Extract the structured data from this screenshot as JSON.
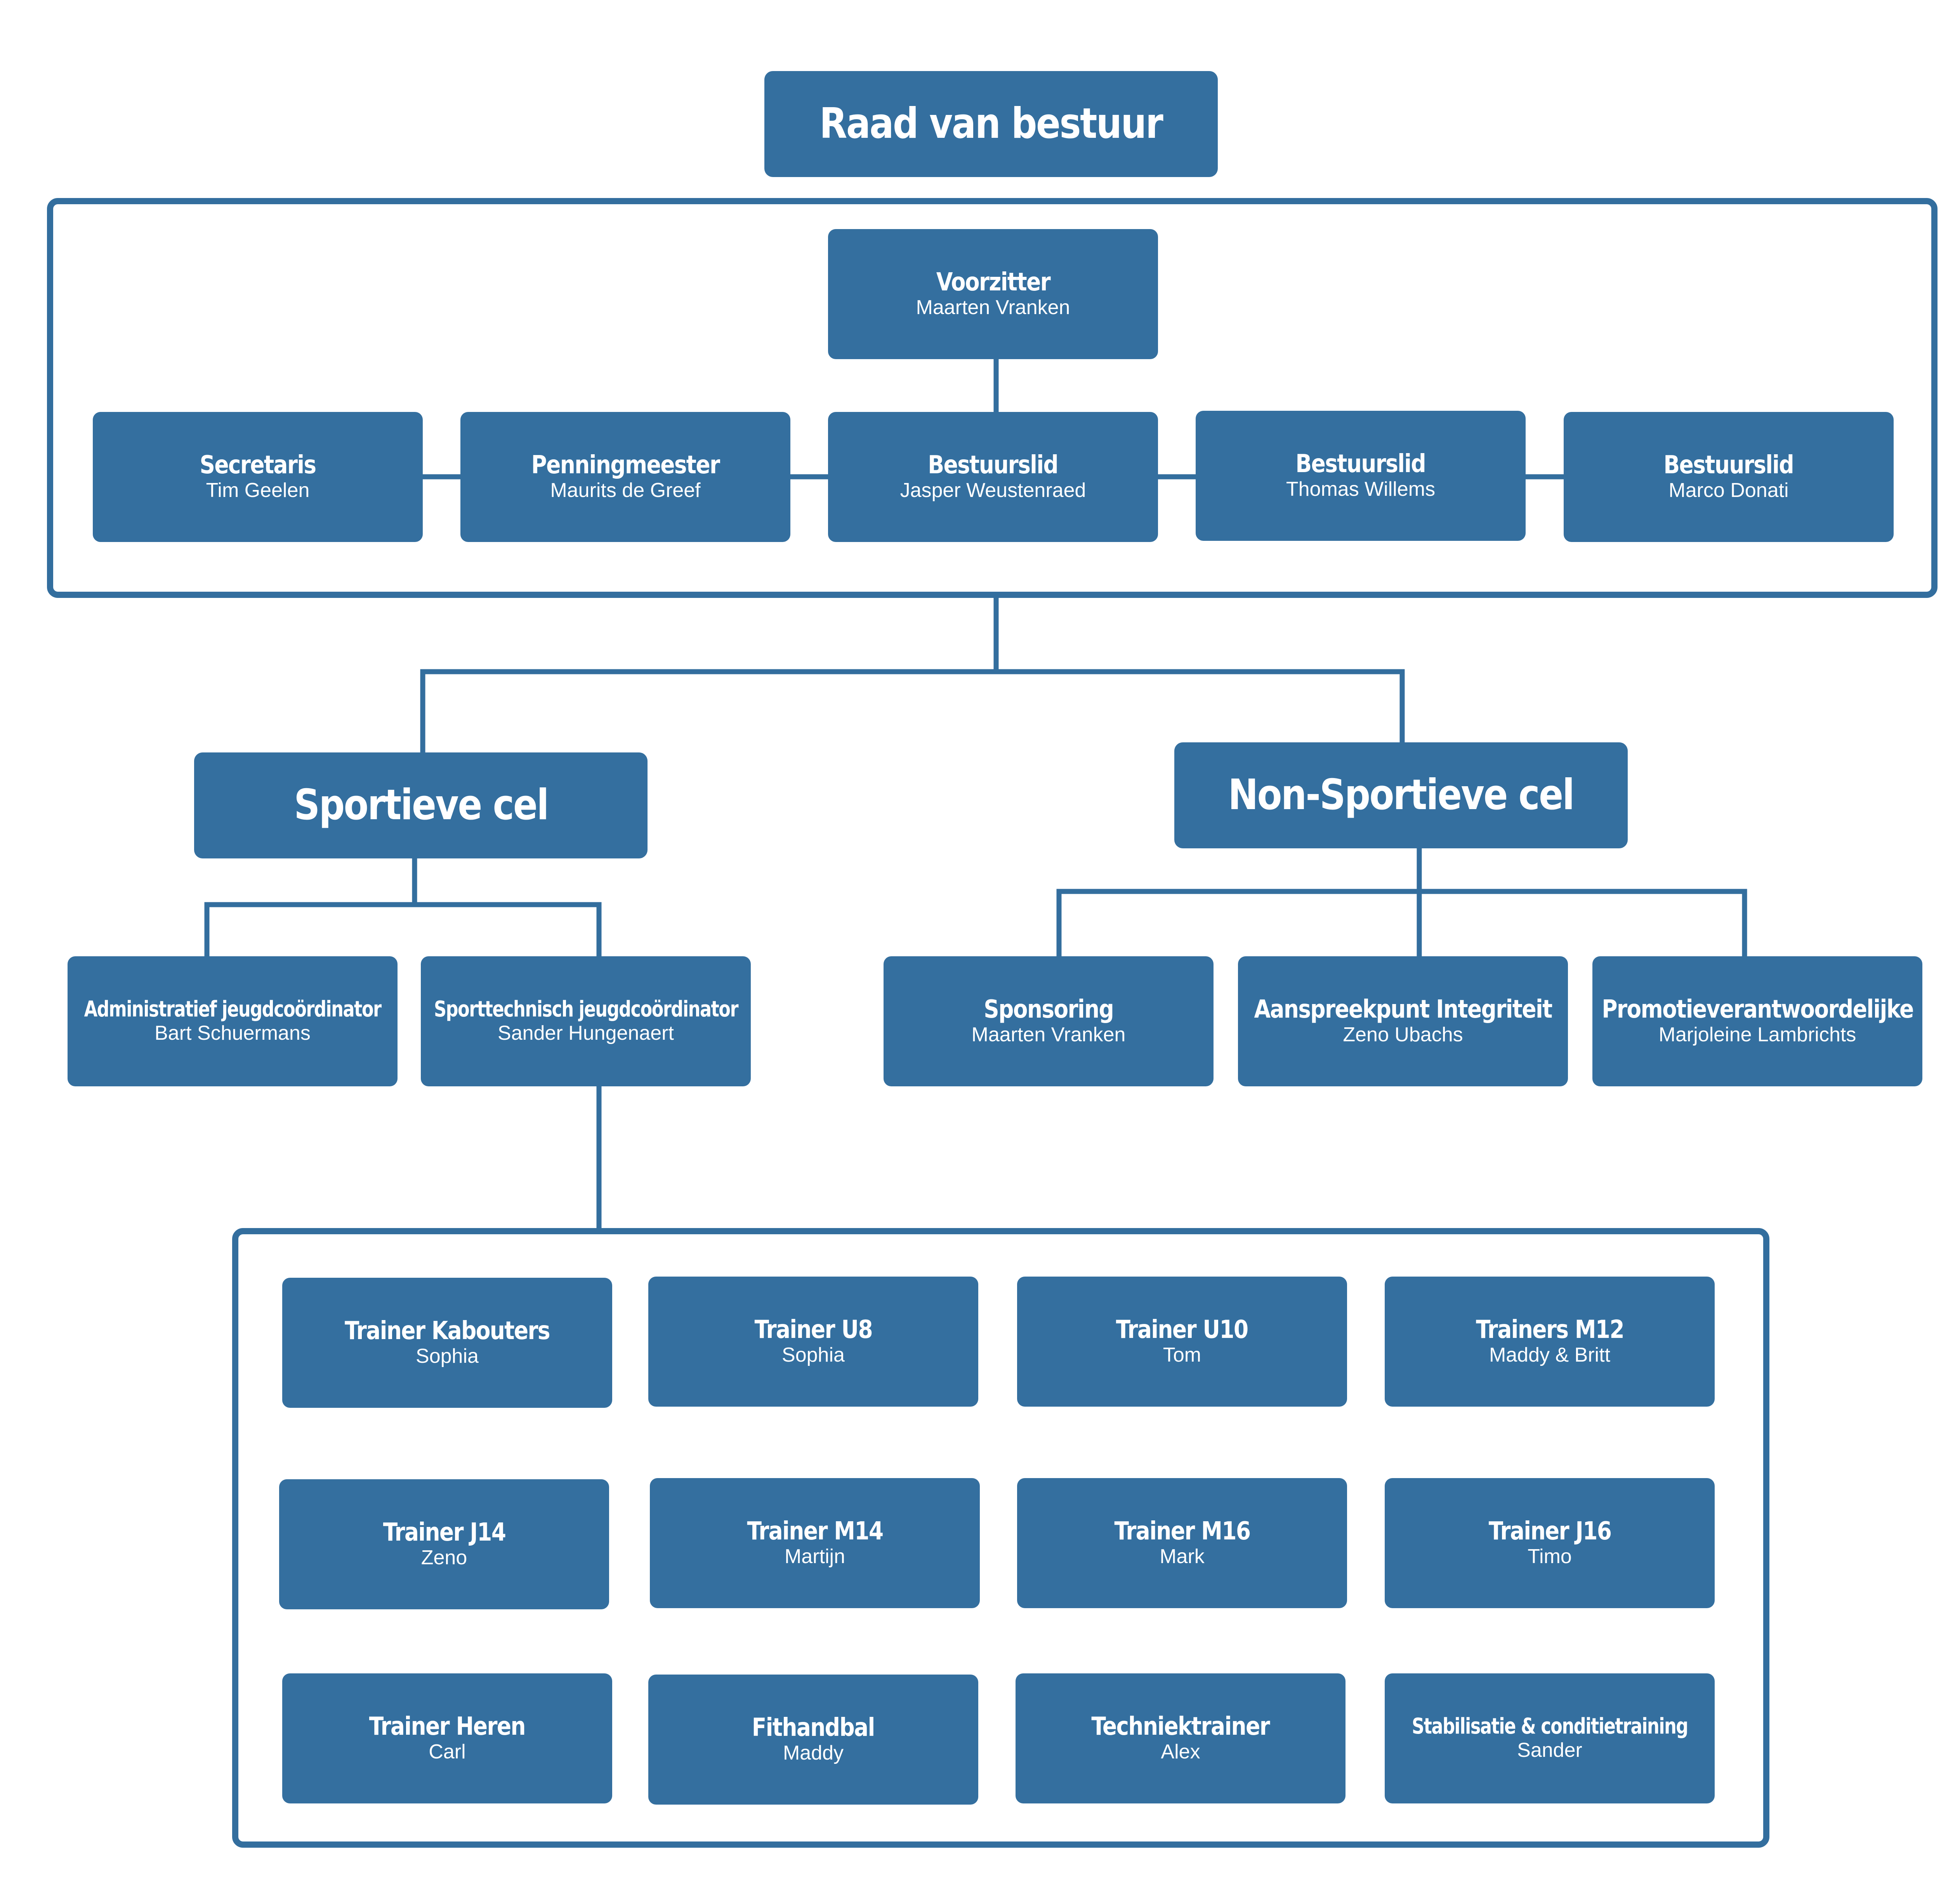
{
  "colors": {
    "node_fill": "#346F9F",
    "line": "#336E9E",
    "text": "#FFFFFF",
    "background": "#FFFFFF"
  },
  "board_title": "Raad van bestuur",
  "board": {
    "chair": {
      "role": "Voorzitter",
      "person": "Maarten Vranken"
    },
    "members": [
      {
        "role": "Secretaris",
        "person": "Tim Geelen"
      },
      {
        "role": "Penningmeester",
        "person": "Maurits de Greef"
      },
      {
        "role": "Bestuurslid",
        "person": "Jasper Weustenraed"
      },
      {
        "role": "Bestuurslid",
        "person": "Thomas Willems"
      },
      {
        "role": "Bestuurslid",
        "person": "Marco Donati"
      }
    ]
  },
  "sport_cell": {
    "title": "Sportieve cel",
    "roles": [
      {
        "role": "Administratief jeugdcoördinator",
        "person": "Bart Schuermans"
      },
      {
        "role": "Sporttechnisch jeugdcoördinator",
        "person": "Sander Hungenaert"
      }
    ]
  },
  "non_sport_cell": {
    "title": "Non-Sportieve cel",
    "roles": [
      {
        "role": "Sponsoring",
        "person": "Maarten Vranken"
      },
      {
        "role": "Aanspreekpunt Integriteit",
        "person": "Zeno Ubachs"
      },
      {
        "role": "Promotieverantwoordelijke",
        "person": "Marjoleine Lambrichts"
      }
    ]
  },
  "trainers": [
    {
      "role": "Trainer Kabouters",
      "person": "Sophia"
    },
    {
      "role": "Trainer U8",
      "person": "Sophia"
    },
    {
      "role": "Trainer U10",
      "person": "Tom"
    },
    {
      "role": "Trainers M12",
      "person": "Maddy & Britt"
    },
    {
      "role": "Trainer J14",
      "person": "Zeno"
    },
    {
      "role": "Trainer M14",
      "person": "Martijn"
    },
    {
      "role": "Trainer M16",
      "person": "Mark"
    },
    {
      "role": "Trainer J16",
      "person": "Timo"
    },
    {
      "role": "Trainer Heren",
      "person": "Carl"
    },
    {
      "role": "Fithandbal",
      "person": "Maddy"
    },
    {
      "role": "Techniektrainer",
      "person": "Alex"
    },
    {
      "role": "Stabilisatie & conditietraining",
      "person": "Sander"
    }
  ]
}
